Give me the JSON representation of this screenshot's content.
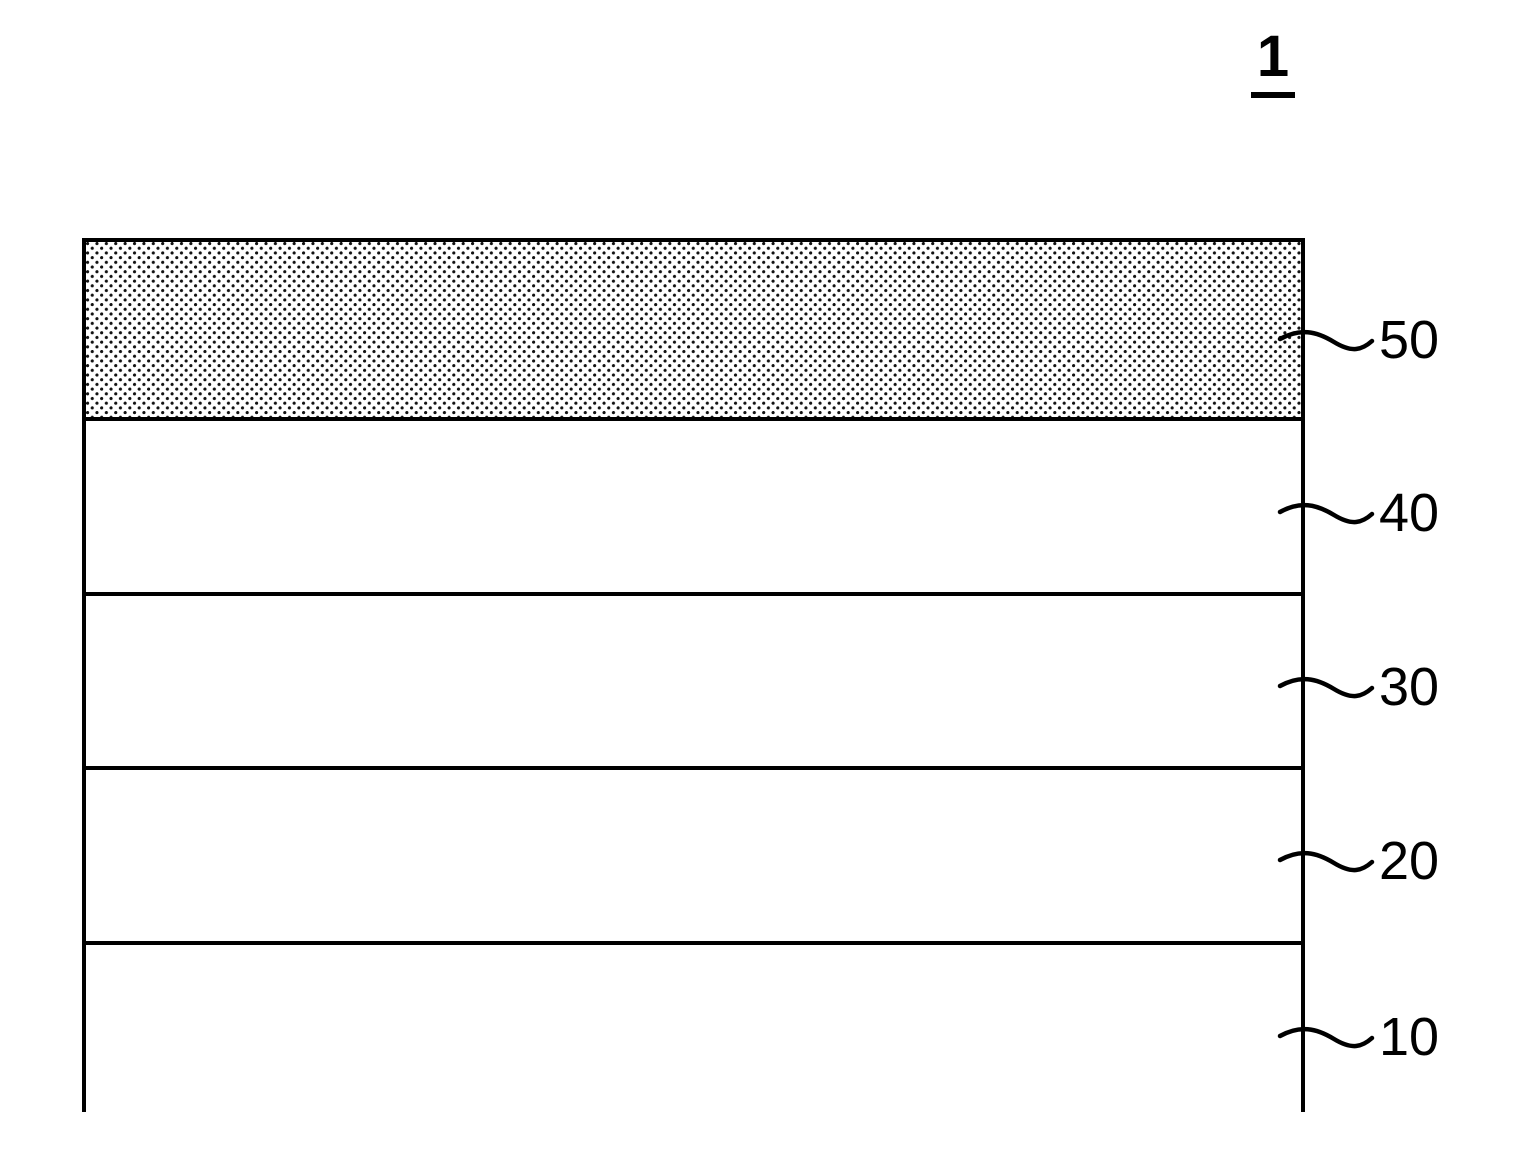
{
  "figure": {
    "number": "1",
    "underlined": true
  },
  "diagram": {
    "type": "cross-section-layer-stack",
    "orientation": "horizontal-layers",
    "outline_color": "#000000",
    "background_color": "#ffffff",
    "layers": [
      {
        "ref": "50",
        "position": "top",
        "fill": "stipple-dots",
        "fill_color": "#111111",
        "background": "#ffffff",
        "label": "50"
      },
      {
        "ref": "40",
        "position": "second",
        "fill": "none",
        "background": "#ffffff",
        "label": "40"
      },
      {
        "ref": "30",
        "position": "third",
        "fill": "none",
        "background": "#ffffff",
        "label": "30"
      },
      {
        "ref": "20",
        "position": "fourth",
        "fill": "none",
        "background": "#ffffff",
        "label": "20"
      },
      {
        "ref": "10",
        "position": "bottom",
        "fill": "none",
        "background": "#ffffff",
        "label": "10"
      }
    ],
    "leader_lines": {
      "style": "wavy",
      "side": "right",
      "count": 5
    }
  }
}
